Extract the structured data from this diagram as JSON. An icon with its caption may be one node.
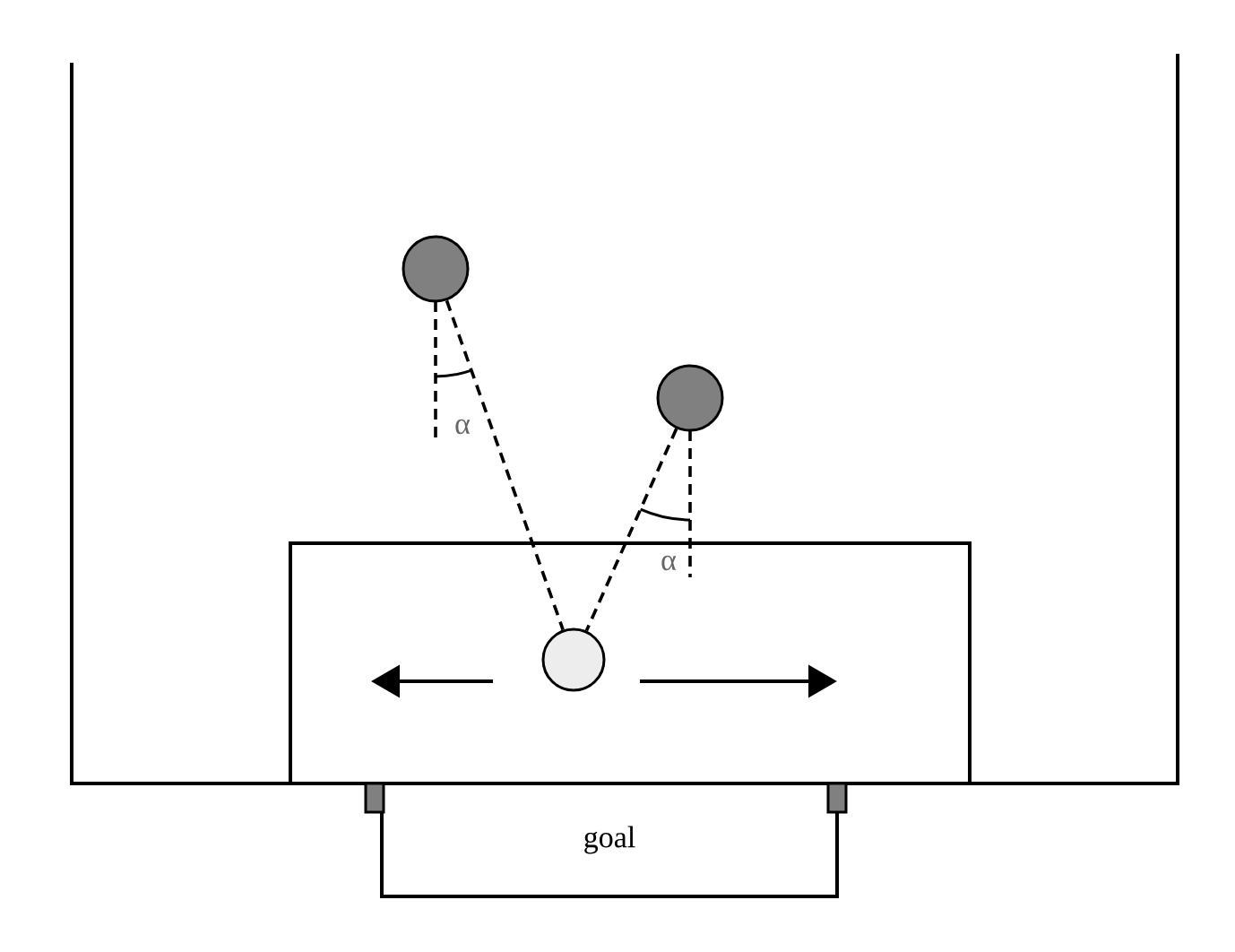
{
  "diagram": {
    "nodes": [
      {
        "text": [],
        "shape": "box"
      },
      {
        "text": [],
        "shape": "circle"
      },
      {
        "text": [],
        "shape": "circle"
      },
      {
        "text": [],
        "shape": "circle",
        "in": 0
      },
      {
        "text": [
          "goal"
        ]
      }
    ],
    "edges": [
      {
        "from": 1,
        "to": 3,
        "arrow": "none",
        "style": "dashed"
      },
      {
        "from": 2,
        "to": 3,
        "arrow": "none",
        "style": "dashed"
      }
    ],
    "labels": [
      "α",
      "α"
    ]
  }
}
